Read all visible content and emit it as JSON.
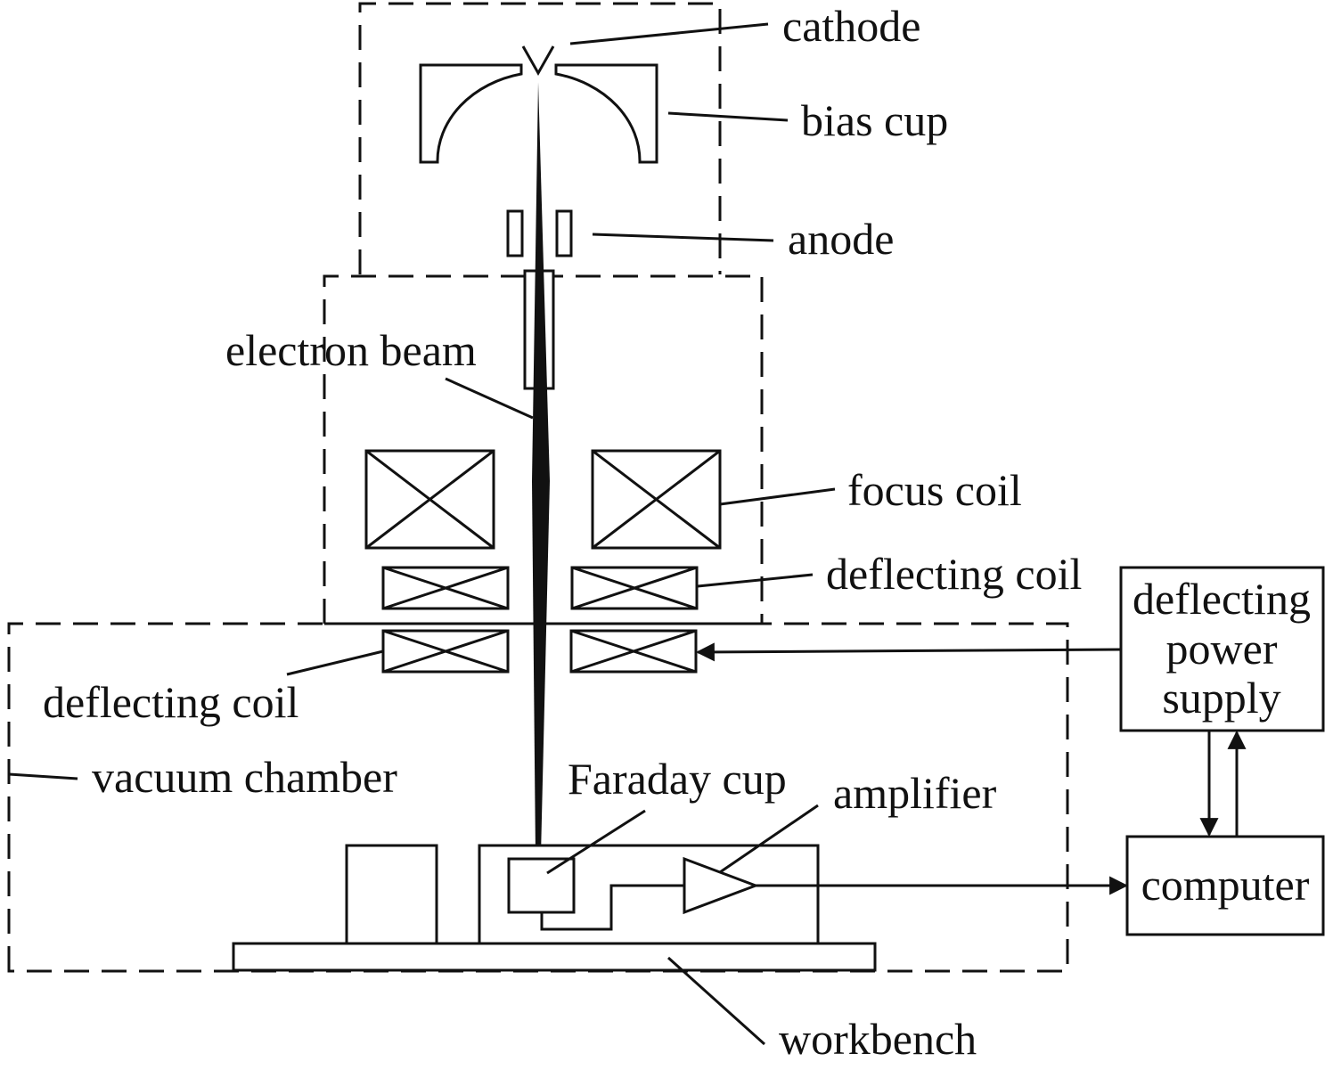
{
  "labels": {
    "cathode": "cathode",
    "bias_cup": "bias cup",
    "anode": "anode",
    "electron_beam": "electron beam",
    "focus_coil": "focus coil",
    "deflecting_coil_upper": "deflecting coil",
    "deflecting_coil_lower": "deflecting coil",
    "vacuum_chamber": "vacuum chamber",
    "faraday_cup": "Faraday cup",
    "amplifier": "amplifier",
    "workbench": "workbench",
    "power_supply_line1": "deflecting",
    "power_supply_line2": "power",
    "power_supply_line3": "supply",
    "computer": "computer"
  }
}
